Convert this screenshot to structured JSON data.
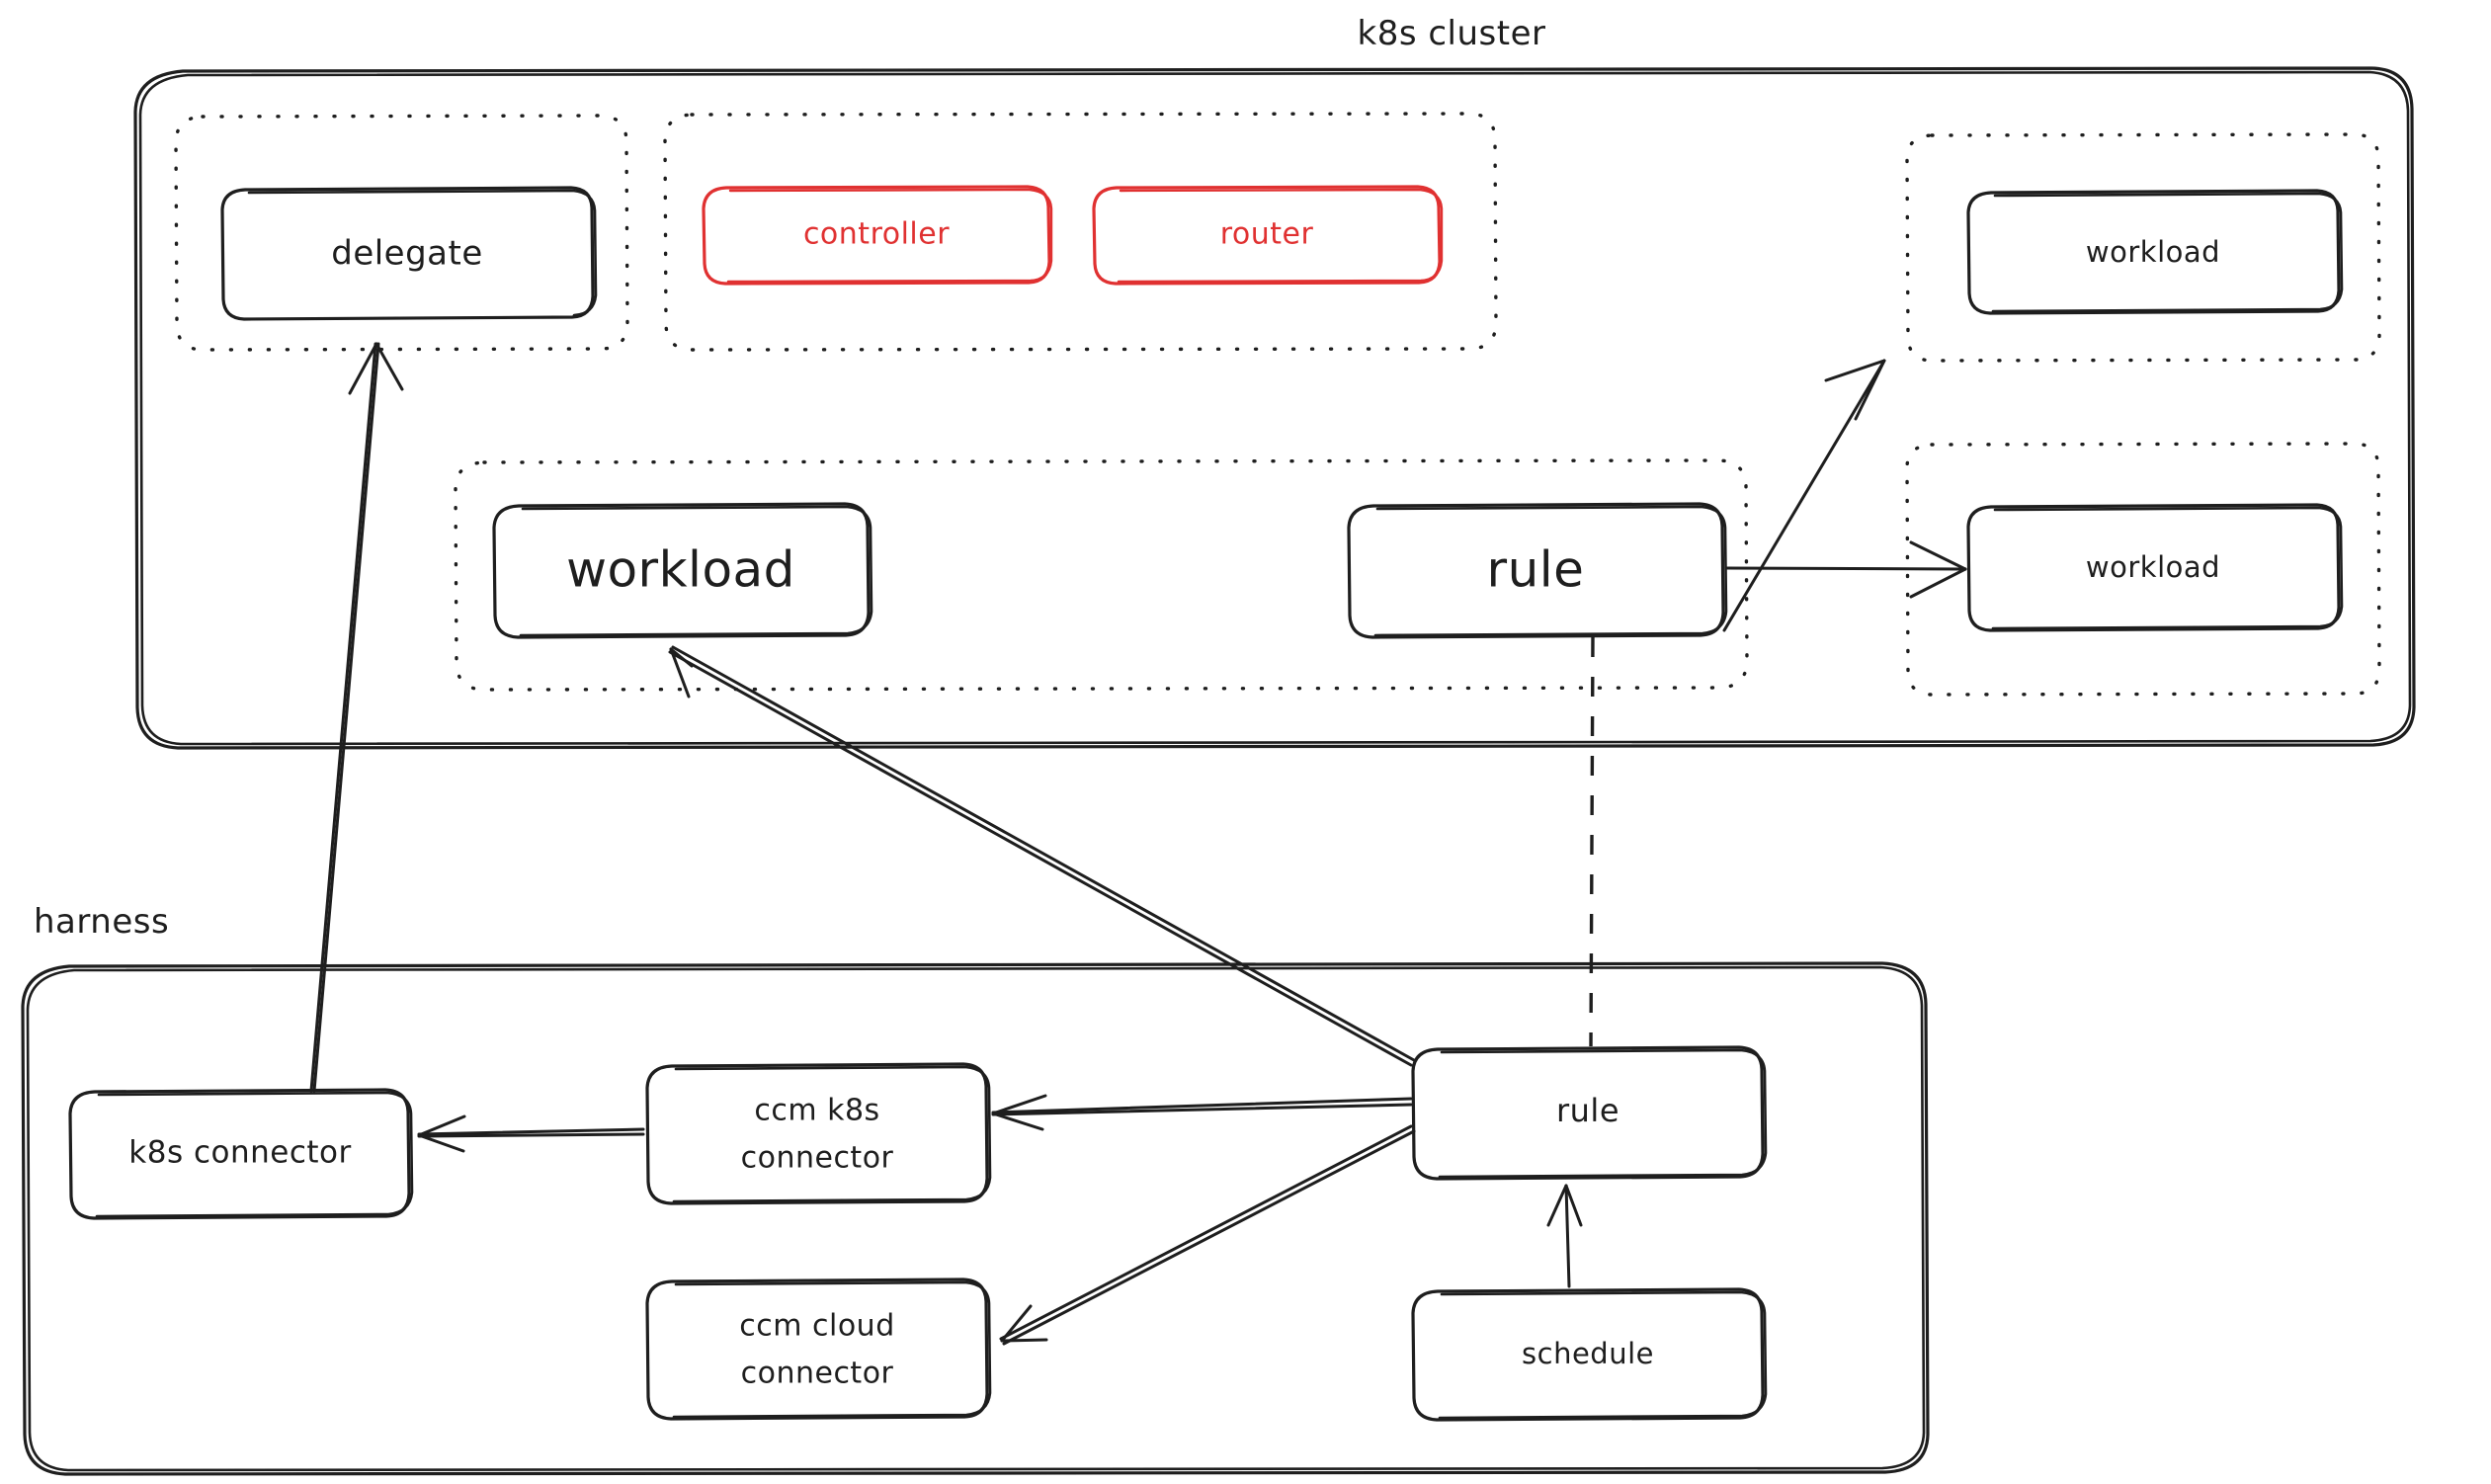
{
  "diagram": {
    "title_visible": false,
    "colors": {
      "ink": "#1e1e1e",
      "red": "#e03131",
      "background": "#ffffff"
    },
    "groups": [
      {
        "id": "k8s-cluster",
        "label": "k8s cluster",
        "label_position": "top-center",
        "border": "solid"
      },
      {
        "id": "harness",
        "label": "harness",
        "label_position": "top-left",
        "border": "solid"
      }
    ],
    "namespaces": [
      {
        "id": "ns-delegate",
        "border": "dotted",
        "contains": [
          "delegate"
        ]
      },
      {
        "id": "ns-controller-router",
        "border": "dotted",
        "contains": [
          "controller",
          "router"
        ]
      },
      {
        "id": "ns-workload-top-right",
        "border": "dotted",
        "contains": [
          "workload-top-right"
        ]
      },
      {
        "id": "ns-workload-mid-right",
        "border": "dotted",
        "contains": [
          "workload-mid-right"
        ]
      },
      {
        "id": "ns-workload-rule",
        "border": "dotted",
        "contains": [
          "workload-main",
          "rule-cluster"
        ]
      }
    ],
    "nodes": {
      "delegate": {
        "label": "delegate",
        "color": "ink"
      },
      "controller": {
        "label": "controller",
        "color": "red"
      },
      "router": {
        "label": "router",
        "color": "red"
      },
      "workload_top_right": {
        "label": "workload",
        "color": "ink"
      },
      "workload_mid_right": {
        "label": "workload",
        "color": "ink"
      },
      "workload_main": {
        "label": "workload",
        "color": "ink"
      },
      "rule_cluster": {
        "label": "rule",
        "color": "ink"
      },
      "k8s_connector": {
        "label": "k8s connector",
        "color": "ink"
      },
      "ccm_k8s_connector": {
        "label_line1": "ccm k8s",
        "label_line2": "connector",
        "color": "ink"
      },
      "ccm_cloud_connector": {
        "label_line1": "ccm cloud",
        "label_line2": "connector",
        "color": "ink"
      },
      "rule_harness": {
        "label": "rule",
        "color": "ink"
      },
      "schedule": {
        "label": "schedule",
        "color": "ink"
      }
    },
    "edges": [
      {
        "id": "e1",
        "from": "k8s-connector",
        "to": "delegate",
        "style": "solid",
        "arrow": "end"
      },
      {
        "id": "e2",
        "from": "rule-cluster",
        "to": "workload-top-right",
        "style": "solid",
        "arrow": "end"
      },
      {
        "id": "e3",
        "from": "rule-cluster",
        "to": "workload-mid-right",
        "style": "solid",
        "arrow": "end"
      },
      {
        "id": "e4",
        "from": "rule-cluster",
        "to": "rule-harness",
        "style": "dashed",
        "arrow": "none"
      },
      {
        "id": "e5",
        "from": "rule-harness",
        "to": "workload-main",
        "style": "solid",
        "arrow": "end"
      },
      {
        "id": "e6",
        "from": "rule-harness",
        "to": "ccm-k8s-connector",
        "style": "solid",
        "arrow": "end"
      },
      {
        "id": "e7",
        "from": "rule-harness",
        "to": "ccm-cloud-connector",
        "style": "solid",
        "arrow": "end"
      },
      {
        "id": "e8",
        "from": "ccm-k8s-connector",
        "to": "k8s-connector",
        "style": "solid",
        "arrow": "end"
      },
      {
        "id": "e9",
        "from": "schedule",
        "to": "rule-harness",
        "style": "solid",
        "arrow": "end"
      }
    ]
  }
}
